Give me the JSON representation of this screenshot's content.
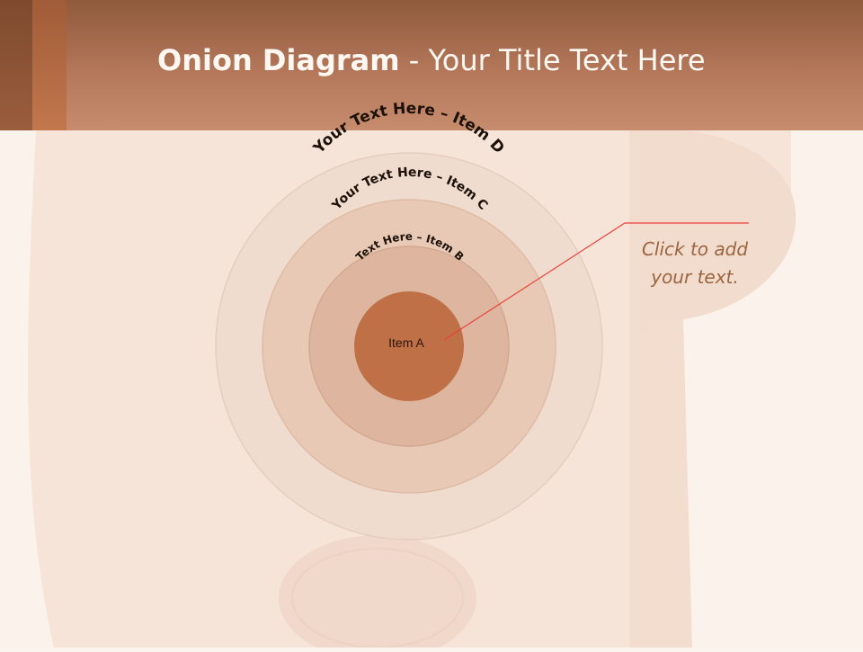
{
  "title": {
    "bold": "Onion Diagram",
    "rest": " - Your Title Text Here"
  },
  "layers": [
    {
      "label": "Item A",
      "color": "#bf7047"
    },
    {
      "label": "Text Here – Item B",
      "color": "#deb6a0"
    },
    {
      "label": "Your Text Here – Item C",
      "color": "#e8c9b6"
    },
    {
      "label": "Your Text Here – Item D",
      "color": "#efdccf"
    }
  ],
  "callout": {
    "line1": "Click  to add",
    "line2": "your text."
  },
  "colors": {
    "accent": "#e8403a",
    "header": "#b4775a",
    "text": "#9a6540"
  }
}
